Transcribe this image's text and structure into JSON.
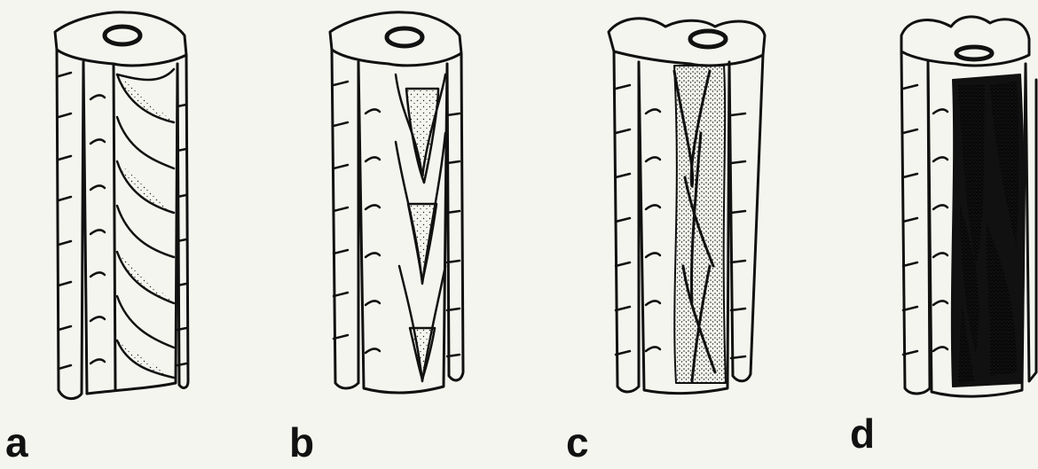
{
  "figure": {
    "panels": [
      {
        "label": "a"
      },
      {
        "label": "b"
      },
      {
        "label": "c"
      },
      {
        "label": "d"
      }
    ]
  }
}
